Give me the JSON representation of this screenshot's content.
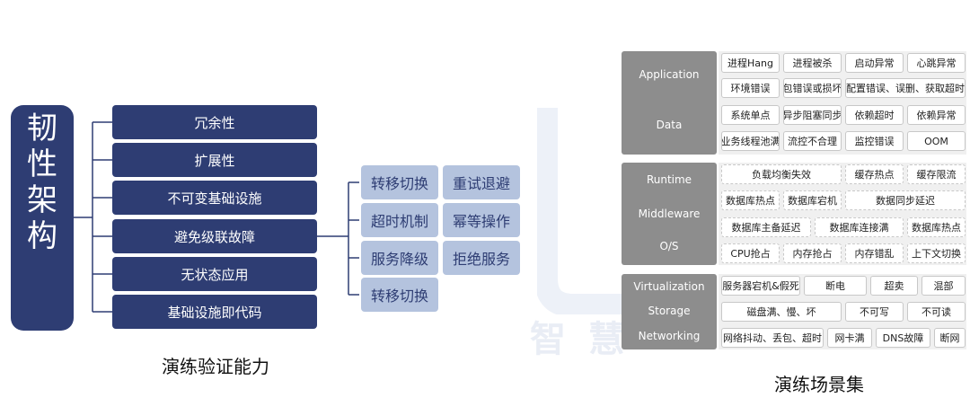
{
  "left": {
    "root_chars": [
      "韧",
      "性",
      "架",
      "构"
    ],
    "branches": [
      "冗余性",
      "扩展性",
      "不可变基础设施",
      "避免级联故障",
      "无状态应用",
      "基础设施即代码"
    ],
    "leaves": [
      "转移切换",
      "重试退避",
      "超时机制",
      "幂等操作",
      "服务降级",
      "拒绝服务",
      "转移切换"
    ],
    "caption": "演练验证能力"
  },
  "right": {
    "layers": {
      "application": "Application",
      "data": "Data",
      "runtime": "Runtime",
      "middleware": "Middleware",
      "os": "O/S",
      "virtualization": "Virtualization",
      "storage": "Storage",
      "networking": "Networking"
    },
    "grid": [
      [
        "进程Hang",
        "进程被杀",
        "启动异常",
        "心跳异常"
      ],
      [
        "环境错误",
        "包错误或损坏",
        "配置错误、误删、获取超时"
      ],
      [
        "系统单点",
        "异步阻塞同步",
        "依赖超时",
        "依赖异常"
      ],
      [
        "业务线程池满",
        "流控不合理",
        "监控错误",
        "OOM"
      ],
      [
        "负载均衡失效",
        "缓存热点",
        "缓存限流"
      ],
      [
        "数据库热点",
        "数据库宕机",
        "数据同步延迟"
      ],
      [
        "数据库主备延迟",
        "数据库连接满",
        "数据库热点"
      ],
      [
        "CPU抢占",
        "内存抢占",
        "内存错乱",
        "上下文切换"
      ],
      [
        "服务器宕机&假死",
        "断电",
        "超卖",
        "混部"
      ],
      [
        "磁盘满、慢、坏",
        "不可写",
        "不可读"
      ],
      [
        "网络抖动、丢包、超时",
        "网卡满",
        "DNS故障",
        "断网"
      ]
    ],
    "caption": "演练场景集",
    "watermark": [
      "智",
      "慧"
    ]
  }
}
